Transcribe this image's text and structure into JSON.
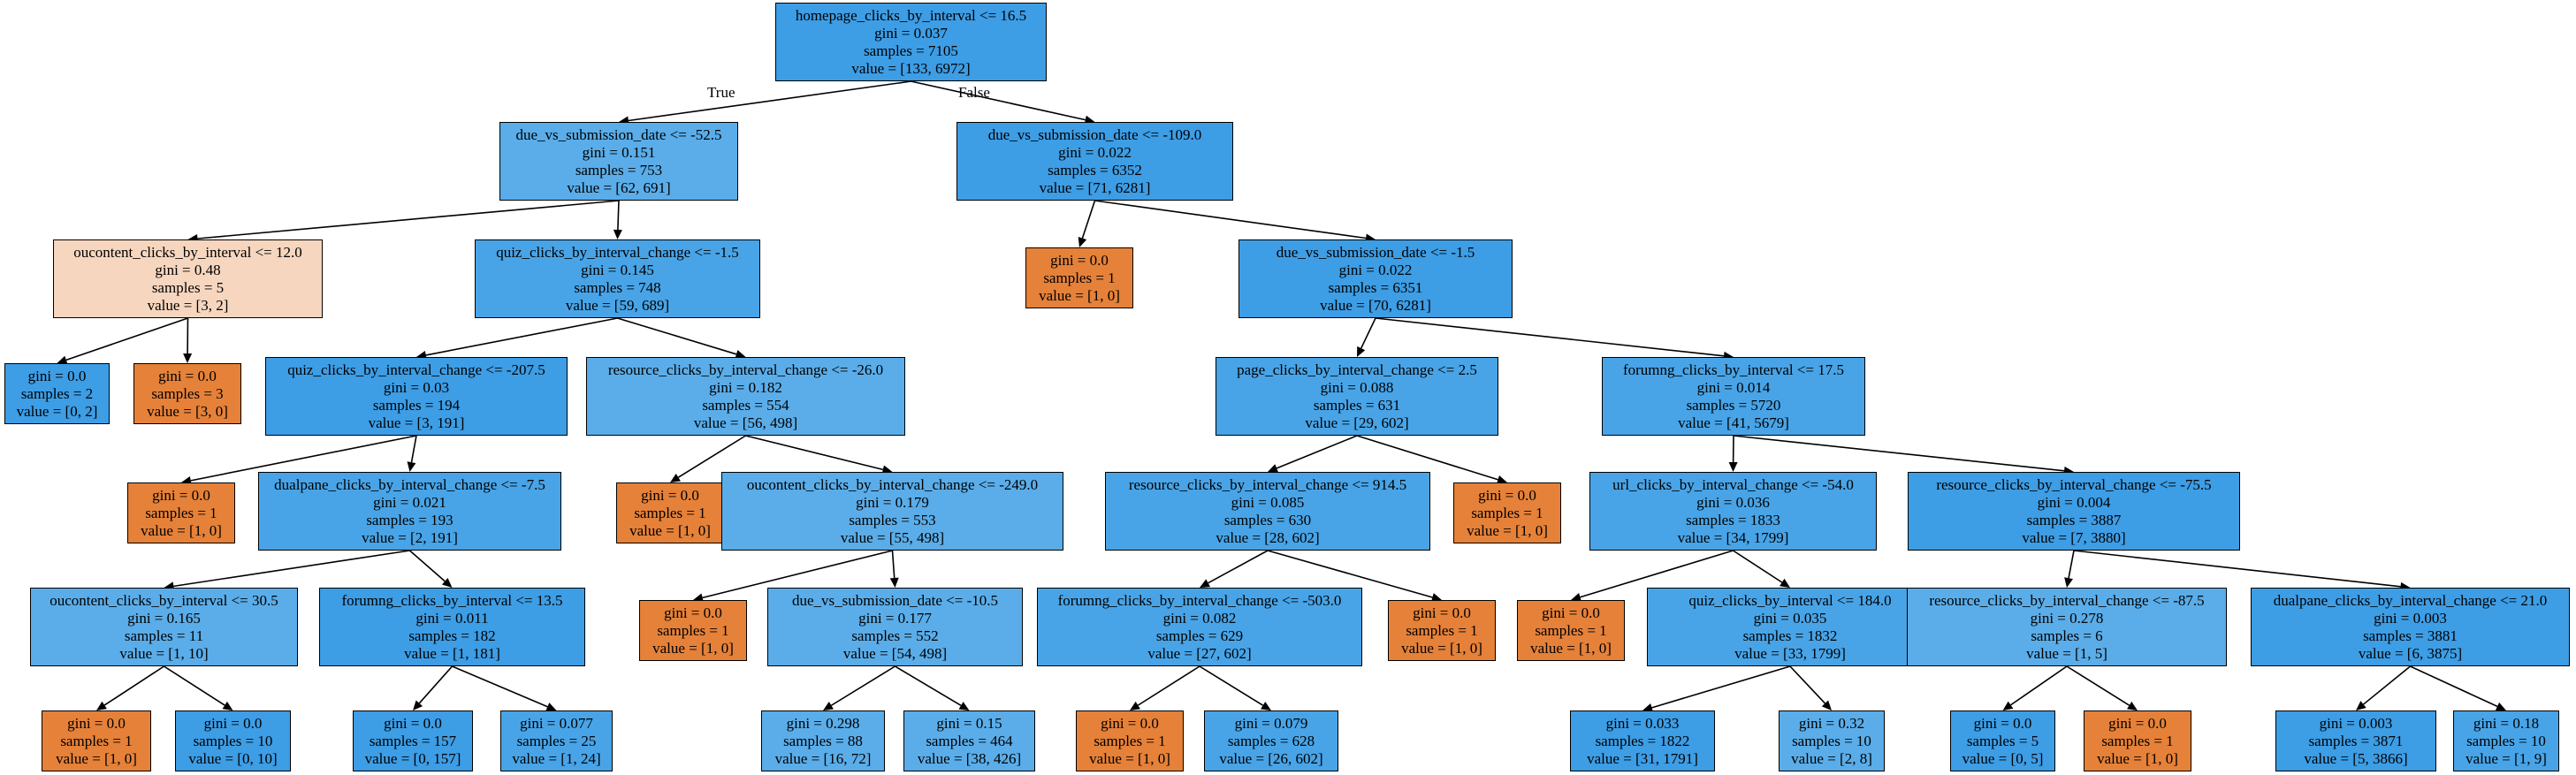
{
  "edge_labels": {
    "true_label": "True",
    "false_label": "False"
  },
  "colors": {
    "blue_strong": "#3d9de5",
    "blue_mid": "#48a4e7",
    "blue_light": "#5aade9",
    "orange": "#e58139",
    "orange_light": "#f6d6be",
    "border": "#000000"
  },
  "nodes": [
    {
      "id": "n0",
      "cls": "blue",
      "lines": [
        "homepage_clicks_by_interval <= 16.5",
        "gini = 0.037",
        "samples = 7105",
        "value = [133, 6972]"
      ]
    },
    {
      "id": "n1",
      "cls": "blue",
      "lines": [
        "due_vs_submission_date <= -52.5",
        "gini = 0.151",
        "samples = 753",
        "value = [62, 691]"
      ]
    },
    {
      "id": "n2",
      "cls": "blue",
      "lines": [
        "due_vs_submission_date <= -109.0",
        "gini = 0.022",
        "samples = 6352",
        "value = [71, 6281]"
      ]
    },
    {
      "id": "n3",
      "cls": "orange",
      "lines": [
        "oucontent_clicks_by_interval <= 12.0",
        "gini = 0.48",
        "samples = 5",
        "value = [3, 2]"
      ]
    },
    {
      "id": "n4",
      "cls": "blue",
      "lines": [
        "quiz_clicks_by_interval_change <= -1.5",
        "gini = 0.145",
        "samples = 748",
        "value = [59, 689]"
      ]
    },
    {
      "id": "n5",
      "cls": "orange",
      "lines": [
        "gini = 0.0",
        "samples = 1",
        "value = [1, 0]"
      ]
    },
    {
      "id": "n6",
      "cls": "blue",
      "lines": [
        "due_vs_submission_date <= -1.5",
        "gini = 0.022",
        "samples = 6351",
        "value = [70, 6281]"
      ]
    },
    {
      "id": "n7",
      "cls": "blue",
      "lines": [
        "gini = 0.0",
        "samples = 2",
        "value = [0, 2]"
      ]
    },
    {
      "id": "n8",
      "cls": "orange",
      "lines": [
        "gini = 0.0",
        "samples = 3",
        "value = [3, 0]"
      ]
    },
    {
      "id": "n9",
      "cls": "blue",
      "lines": [
        "quiz_clicks_by_interval_change <= -207.5",
        "gini = 0.03",
        "samples = 194",
        "value = [3, 191]"
      ]
    },
    {
      "id": "n10",
      "cls": "blue",
      "lines": [
        "resource_clicks_by_interval_change <= -26.0",
        "gini = 0.182",
        "samples = 554",
        "value = [56, 498]"
      ]
    },
    {
      "id": "n11",
      "cls": "blue",
      "lines": [
        "page_clicks_by_interval_change <= 2.5",
        "gini = 0.088",
        "samples = 631",
        "value = [29, 602]"
      ]
    },
    {
      "id": "n12",
      "cls": "blue",
      "lines": [
        "forumng_clicks_by_interval <= 17.5",
        "gini = 0.014",
        "samples = 5720",
        "value = [41, 5679]"
      ]
    },
    {
      "id": "n13",
      "cls": "orange",
      "lines": [
        "gini = 0.0",
        "samples = 1",
        "value = [1, 0]"
      ]
    },
    {
      "id": "n14",
      "cls": "blue",
      "lines": [
        "dualpane_clicks_by_interval_change <= -7.5",
        "gini = 0.021",
        "samples = 193",
        "value = [2, 191]"
      ]
    },
    {
      "id": "n15",
      "cls": "orange",
      "lines": [
        "gini = 0.0",
        "samples = 1",
        "value = [1, 0]"
      ]
    },
    {
      "id": "n16",
      "cls": "blue",
      "lines": [
        "oucontent_clicks_by_interval_change <= -249.0",
        "gini = 0.179",
        "samples = 553",
        "value = [55, 498]"
      ]
    },
    {
      "id": "n17",
      "cls": "blue",
      "lines": [
        "resource_clicks_by_interval_change <= 914.5",
        "gini = 0.085",
        "samples = 630",
        "value = [28, 602]"
      ]
    },
    {
      "id": "n18",
      "cls": "orange",
      "lines": [
        "gini = 0.0",
        "samples = 1",
        "value = [1, 0]"
      ]
    },
    {
      "id": "n19",
      "cls": "blue",
      "lines": [
        "url_clicks_by_interval_change <= -54.0",
        "gini = 0.036",
        "samples = 1833",
        "value = [34, 1799]"
      ]
    },
    {
      "id": "n20",
      "cls": "blue",
      "lines": [
        "resource_clicks_by_interval_change <= -75.5",
        "gini = 0.004",
        "samples = 3887",
        "value = [7, 3880]"
      ]
    },
    {
      "id": "n21",
      "cls": "blue",
      "lines": [
        "oucontent_clicks_by_interval <= 30.5",
        "gini = 0.165",
        "samples = 11",
        "value = [1, 10]"
      ]
    },
    {
      "id": "n22",
      "cls": "blue",
      "lines": [
        "forumng_clicks_by_interval <= 13.5",
        "gini = 0.011",
        "samples = 182",
        "value = [1, 181]"
      ]
    },
    {
      "id": "n23",
      "cls": "orange",
      "lines": [
        "gini = 0.0",
        "samples = 1",
        "value = [1, 0]"
      ]
    },
    {
      "id": "n24",
      "cls": "blue",
      "lines": [
        "due_vs_submission_date <= -10.5",
        "gini = 0.177",
        "samples = 552",
        "value = [54, 498]"
      ]
    },
    {
      "id": "n25",
      "cls": "blue",
      "lines": [
        "forumng_clicks_by_interval_change <= -503.0",
        "gini = 0.082",
        "samples = 629",
        "value = [27, 602]"
      ]
    },
    {
      "id": "n26",
      "cls": "orange",
      "lines": [
        "gini = 0.0",
        "samples = 1",
        "value = [1, 0]"
      ]
    },
    {
      "id": "n27",
      "cls": "orange",
      "lines": [
        "gini = 0.0",
        "samples = 1",
        "value = [1, 0]"
      ]
    },
    {
      "id": "n28",
      "cls": "blue",
      "lines": [
        "quiz_clicks_by_interval <= 184.0",
        "gini = 0.035",
        "samples = 1832",
        "value = [33, 1799]"
      ]
    },
    {
      "id": "n29",
      "cls": "blue",
      "lines": [
        "resource_clicks_by_interval_change <= -87.5",
        "gini = 0.278",
        "samples = 6",
        "value = [1, 5]"
      ]
    },
    {
      "id": "n30",
      "cls": "blue",
      "lines": [
        "dualpane_clicks_by_interval_change <= 21.0",
        "gini = 0.003",
        "samples = 3881",
        "value = [6, 3875]"
      ]
    },
    {
      "id": "n31",
      "cls": "orange",
      "lines": [
        "gini = 0.0",
        "samples = 1",
        "value = [1, 0]"
      ]
    },
    {
      "id": "n32",
      "cls": "blue",
      "lines": [
        "gini = 0.0",
        "samples = 10",
        "value = [0, 10]"
      ]
    },
    {
      "id": "n33",
      "cls": "blue",
      "lines": [
        "gini = 0.0",
        "samples = 157",
        "value = [0, 157]"
      ]
    },
    {
      "id": "n34",
      "cls": "blue",
      "lines": [
        "gini = 0.077",
        "samples = 25",
        "value = [1, 24]"
      ]
    },
    {
      "id": "n35",
      "cls": "blue",
      "lines": [
        "gini = 0.298",
        "samples = 88",
        "value = [16, 72]"
      ]
    },
    {
      "id": "n36",
      "cls": "blue",
      "lines": [
        "gini = 0.15",
        "samples = 464",
        "value = [38, 426]"
      ]
    },
    {
      "id": "n37",
      "cls": "orange",
      "lines": [
        "gini = 0.0",
        "samples = 1",
        "value = [1, 0]"
      ]
    },
    {
      "id": "n38",
      "cls": "blue",
      "lines": [
        "gini = 0.079",
        "samples = 628",
        "value = [26, 602]"
      ]
    },
    {
      "id": "n39",
      "cls": "blue",
      "lines": [
        "gini = 0.033",
        "samples = 1822",
        "value = [31, 1791]"
      ]
    },
    {
      "id": "n40",
      "cls": "blue",
      "lines": [
        "gini = 0.32",
        "samples = 10",
        "value = [2, 8]"
      ]
    },
    {
      "id": "n41",
      "cls": "blue",
      "lines": [
        "gini = 0.0",
        "samples = 5",
        "value = [0, 5]"
      ]
    },
    {
      "id": "n42",
      "cls": "orange",
      "lines": [
        "gini = 0.0",
        "samples = 1",
        "value = [1, 0]"
      ]
    },
    {
      "id": "n43",
      "cls": "blue",
      "lines": [
        "gini = 0.003",
        "samples = 3871",
        "value = [5, 3866]"
      ]
    },
    {
      "id": "n44",
      "cls": "blue",
      "lines": [
        "gini = 0.18",
        "samples = 10",
        "value = [1, 9]"
      ]
    }
  ],
  "edges": [
    [
      "n0",
      "n1"
    ],
    [
      "n0",
      "n2"
    ],
    [
      "n1",
      "n3"
    ],
    [
      "n1",
      "n4"
    ],
    [
      "n2",
      "n5"
    ],
    [
      "n2",
      "n6"
    ],
    [
      "n3",
      "n7"
    ],
    [
      "n3",
      "n8"
    ],
    [
      "n4",
      "n9"
    ],
    [
      "n4",
      "n10"
    ],
    [
      "n6",
      "n11"
    ],
    [
      "n6",
      "n12"
    ],
    [
      "n9",
      "n13"
    ],
    [
      "n9",
      "n14"
    ],
    [
      "n10",
      "n15"
    ],
    [
      "n10",
      "n16"
    ],
    [
      "n11",
      "n17"
    ],
    [
      "n11",
      "n18"
    ],
    [
      "n12",
      "n19"
    ],
    [
      "n12",
      "n20"
    ],
    [
      "n14",
      "n21"
    ],
    [
      "n14",
      "n22"
    ],
    [
      "n16",
      "n23"
    ],
    [
      "n16",
      "n24"
    ],
    [
      "n17",
      "n25"
    ],
    [
      "n17",
      "n26"
    ],
    [
      "n19",
      "n27"
    ],
    [
      "n19",
      "n28"
    ],
    [
      "n20",
      "n29"
    ],
    [
      "n20",
      "n30"
    ],
    [
      "n21",
      "n31"
    ],
    [
      "n21",
      "n32"
    ],
    [
      "n22",
      "n33"
    ],
    [
      "n22",
      "n34"
    ],
    [
      "n24",
      "n35"
    ],
    [
      "n24",
      "n36"
    ],
    [
      "n25",
      "n37"
    ],
    [
      "n25",
      "n38"
    ],
    [
      "n28",
      "n39"
    ],
    [
      "n28",
      "n40"
    ],
    [
      "n29",
      "n41"
    ],
    [
      "n29",
      "n42"
    ],
    [
      "n30",
      "n43"
    ],
    [
      "n30",
      "n44"
    ]
  ]
}
